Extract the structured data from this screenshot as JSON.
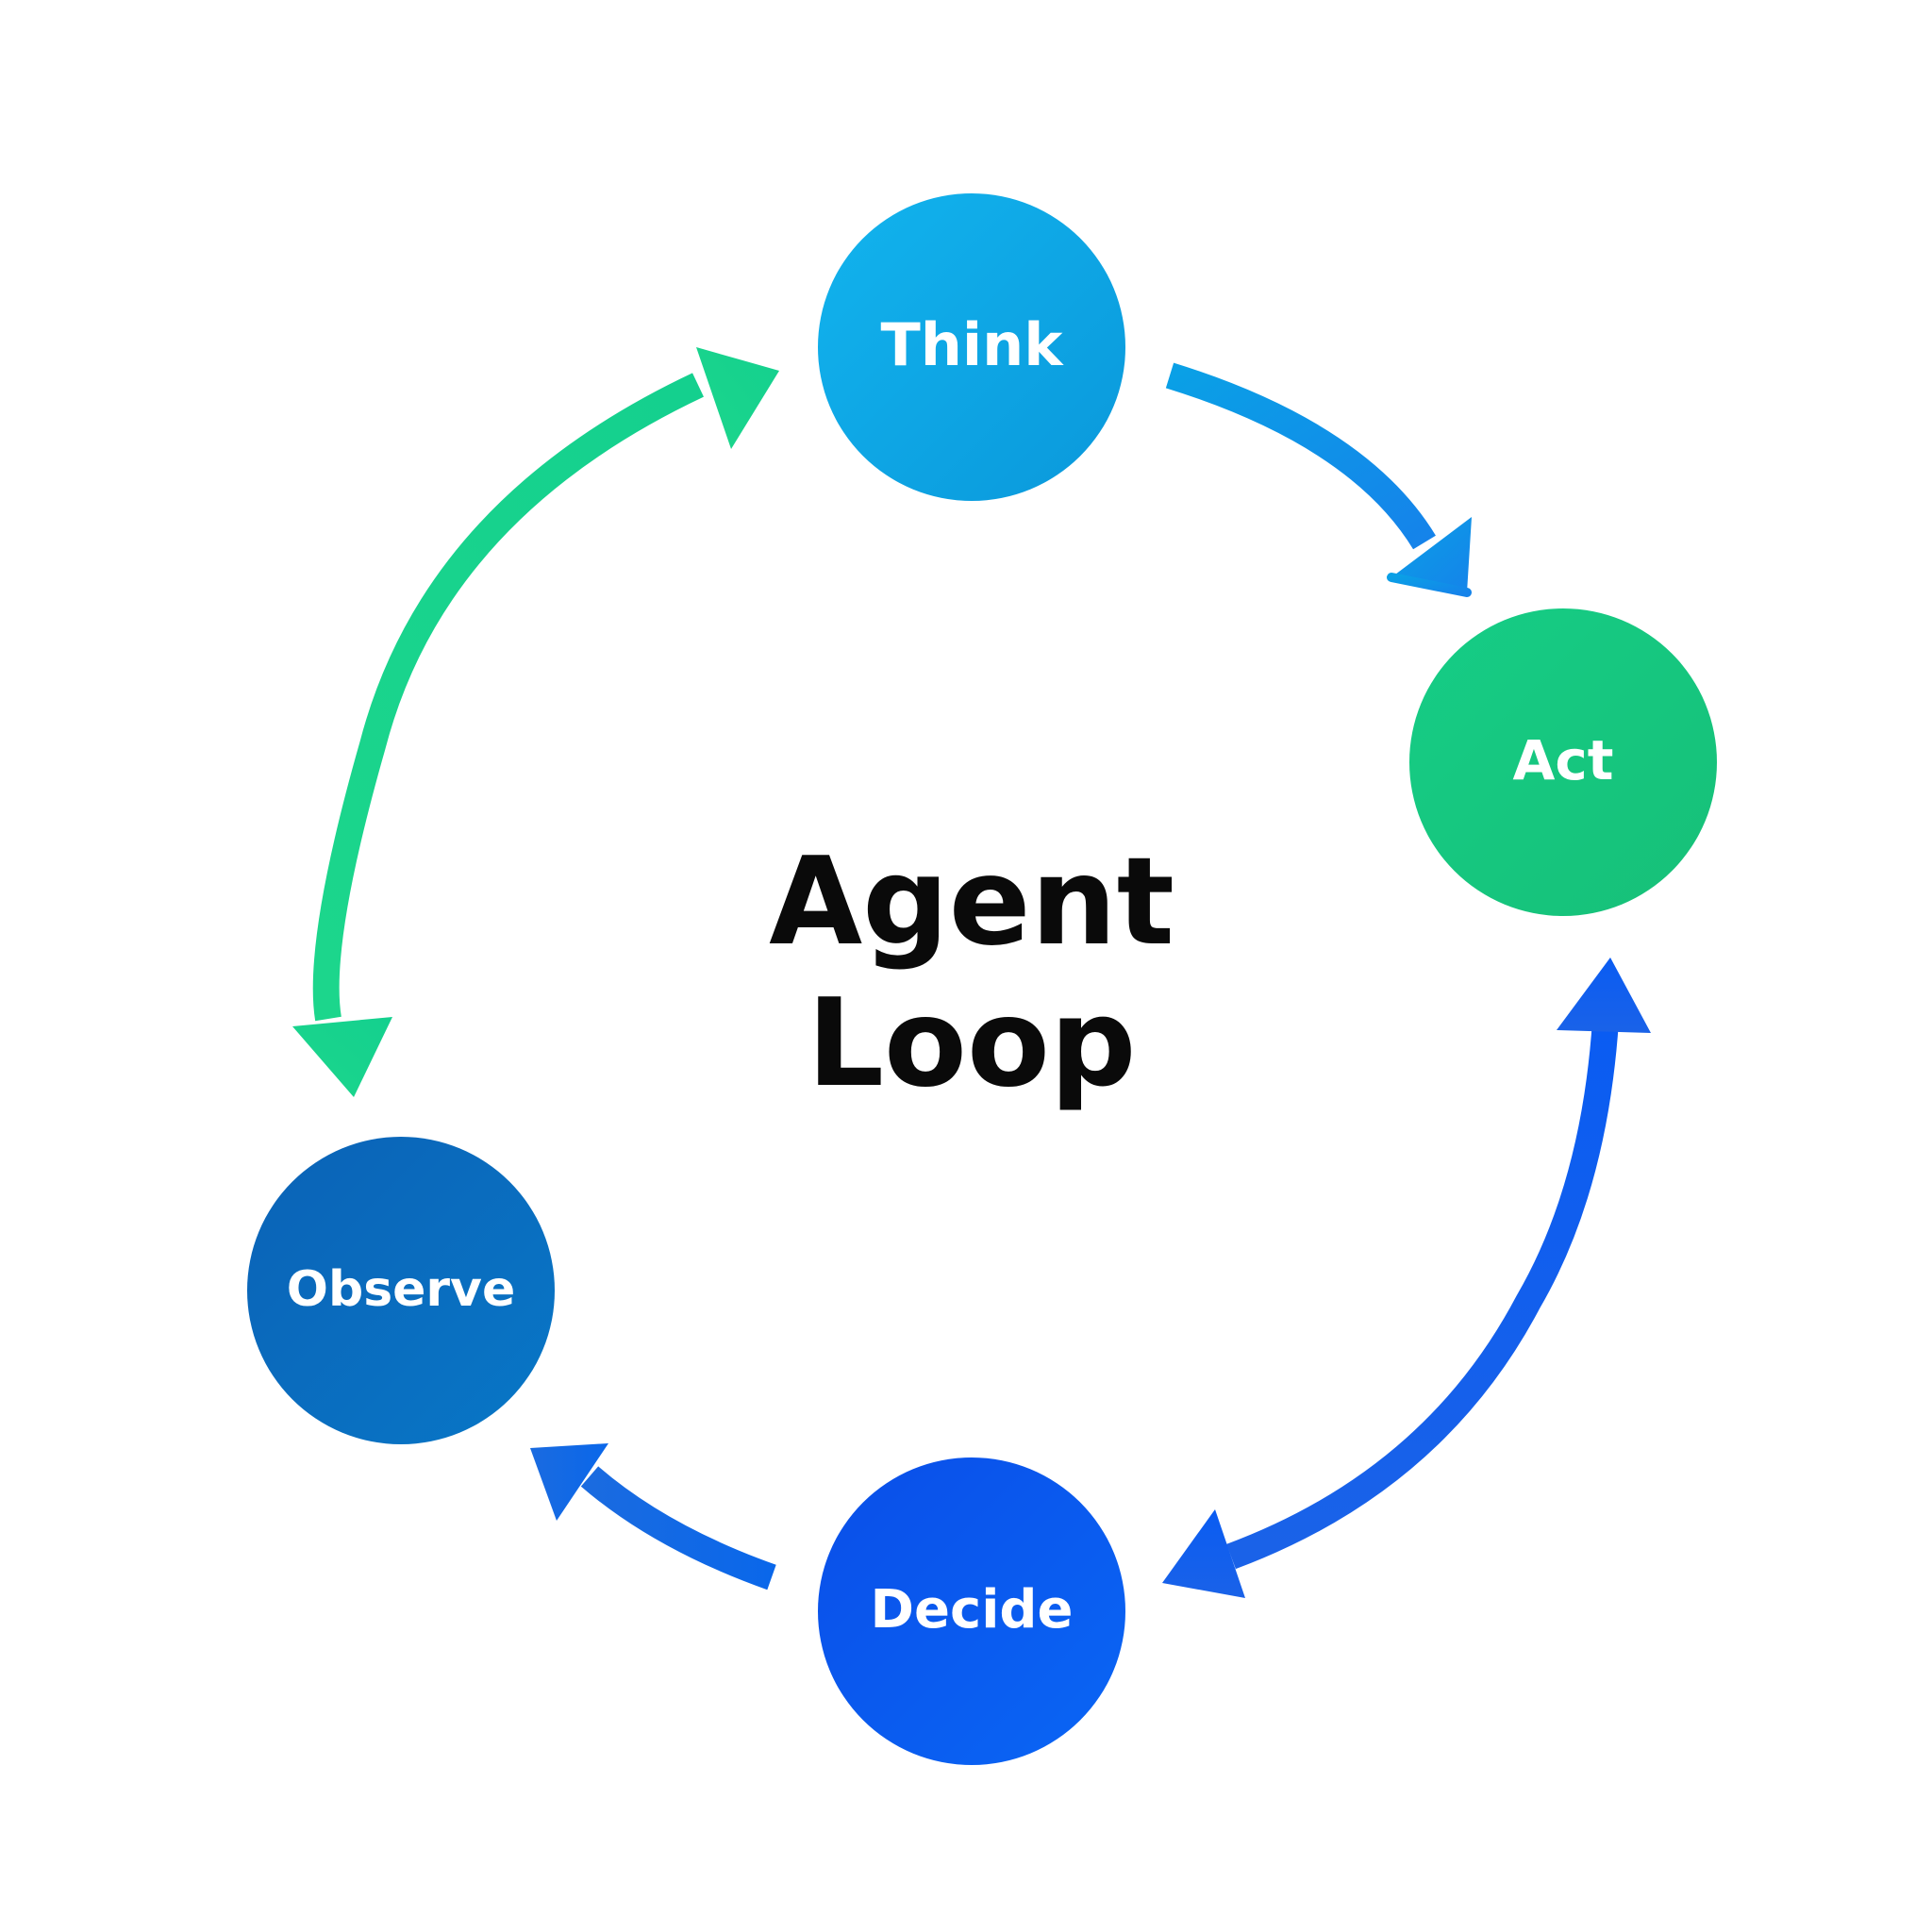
{
  "title": {
    "line1": "Agent",
    "line2": "Loop"
  },
  "nodes": [
    {
      "id": "think",
      "label": "Think",
      "color": "#0aa5e3"
    },
    {
      "id": "act",
      "label": "Act",
      "color": "#17c77f"
    },
    {
      "id": "decide",
      "label": "Decide",
      "color": "#0b5cf0"
    },
    {
      "id": "observe",
      "label": "Observe",
      "color": "#0a6cbf"
    }
  ],
  "colors": {
    "arrow_blue": "#1a8be6",
    "arrow_green": "#19c98b",
    "arrow_royal": "#1663ee",
    "title": "#0a0a0a",
    "background": "#ffffff"
  }
}
